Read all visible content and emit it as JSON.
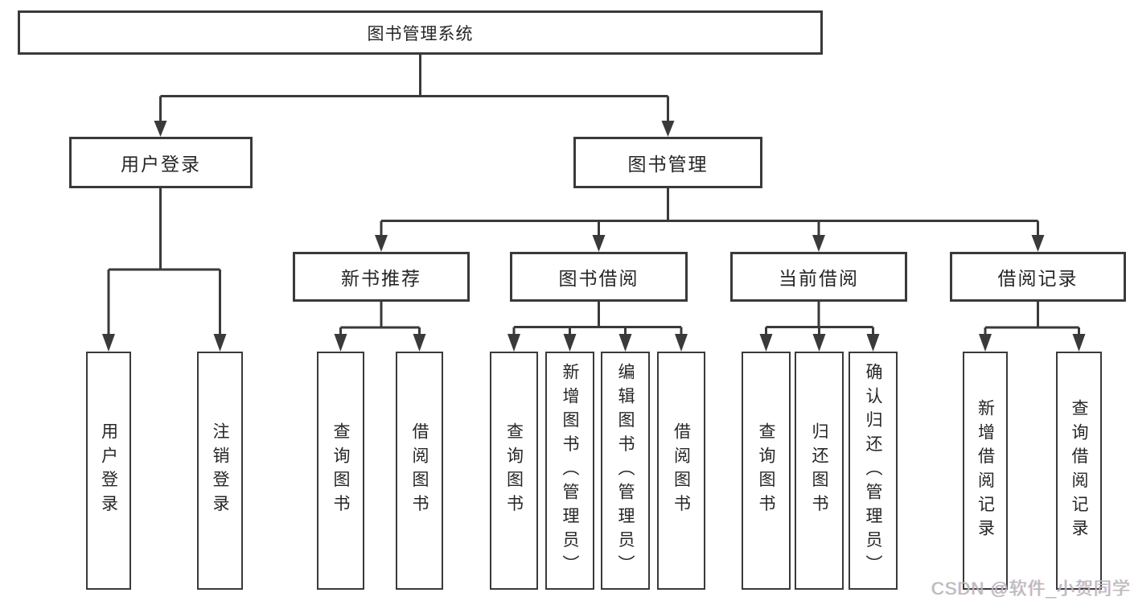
{
  "diagram": {
    "title": "图书管理系统",
    "level2": {
      "user_login": "用户登录",
      "book_management": "图书管理"
    },
    "level3": {
      "new_book_recommend": "新书推荐",
      "book_borrowing": "图书借阅",
      "current_borrowing": "当前借阅",
      "borrowing_records": "借阅记录"
    },
    "leaves": {
      "user_login": "用户登录",
      "logout": "注销登录",
      "recommend_query_books": "查询图书",
      "recommend_borrow_books": "借阅图书",
      "borrowing_query_books": "查询图书",
      "borrowing_add_books_admin": "新增图书（管理员）",
      "borrowing_edit_books_admin": "编辑图书（管理员）",
      "borrowing_borrow_books": "借阅图书",
      "current_query_books": "查询图书",
      "current_return_books": "归还图书",
      "current_confirm_return_admin": "确认归还（管理员）",
      "records_add_record": "新增借阅记录",
      "records_query_record": "查询借阅记录"
    },
    "watermark": "CSDN @软件_小贺同学",
    "colors": {
      "line": "#3a3a3a",
      "text": "#262626",
      "background": "#ffffff",
      "watermark": "#b9b9b9"
    }
  }
}
